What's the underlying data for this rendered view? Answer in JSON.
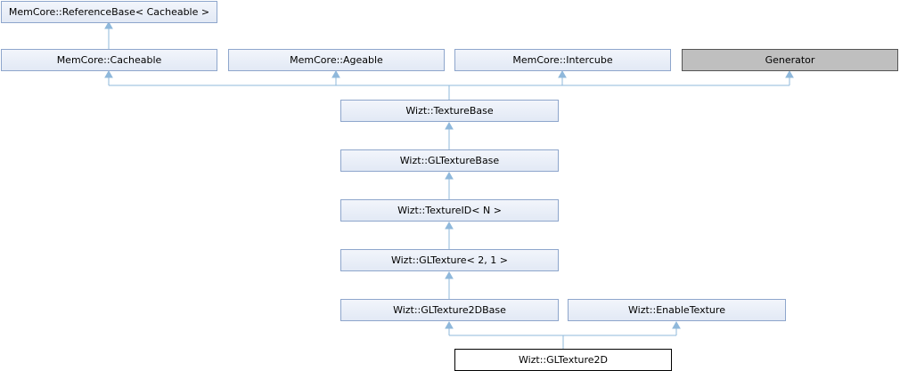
{
  "nodes": {
    "reference_base": "MemCore::ReferenceBase< Cacheable >",
    "cacheable": "MemCore::Cacheable",
    "ageable": "MemCore::Ageable",
    "intercube": "MemCore::Intercube",
    "generator": "Generator",
    "texture_base": "Wizt::TextureBase",
    "gl_texture_base": "Wizt::GLTextureBase",
    "texture_id": "Wizt::TextureID< N >",
    "gl_texture": "Wizt::GLTexture< 2, 1 >",
    "gl_texture_2d_base": "Wizt::GLTexture2DBase",
    "enable_texture": "Wizt::EnableTexture",
    "gl_texture_2d": "Wizt::GLTexture2D"
  },
  "colors": {
    "node_border": "#8ea6cc",
    "node_fill_top": "#f2f5fb",
    "node_fill_bottom": "#e2e9f5",
    "generator_fill": "#bfbfbf",
    "edge": "#8fb8db"
  }
}
